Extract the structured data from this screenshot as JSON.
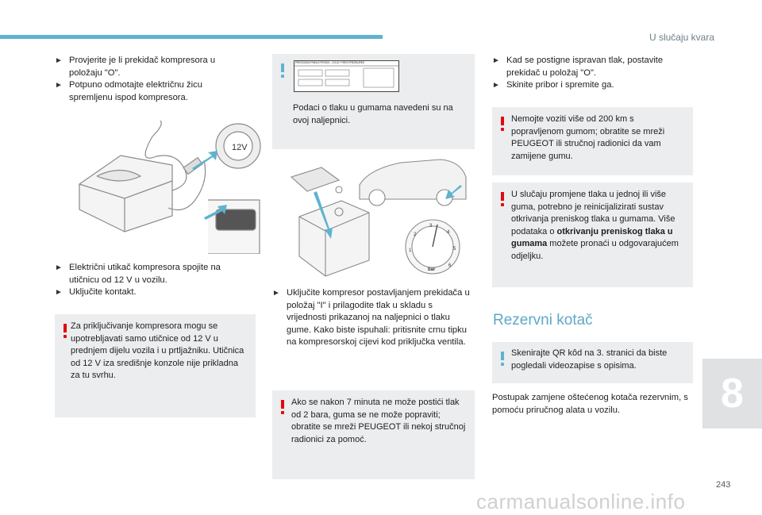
{
  "header": {
    "chapter_title": "U slučaju kvara"
  },
  "col1": {
    "bullets_a": [
      "Provjerite je li prekidač kompresora u položaju \"O\".",
      "Potpuno odmotajte električnu žicu spremljenu ispod kompresora."
    ],
    "bullets_b": [
      "Električni utikač kompresora spojite na utičnicu od 12 V u vozilu.",
      "Uključite kontakt."
    ],
    "warning": "Za priključivanje kompresora mogu se upotrebljavati samo utičnice od 12 V u prednjem dijelu vozila i u prtljažniku. Utičnica od 12 V iza središnje konzole nije prikladna za tu svrhu.",
    "image_label_12v": "12V"
  },
  "col2": {
    "info_label_title": "PRESSIONS PNEUS FROIDS - COLD TYRES PRESSURES",
    "info": "Podaci o tlaku u gumama navedeni su na ovoj naljepnici.",
    "gauge_unit": "bar",
    "gauge_ticks": [
      "1",
      "2",
      "3",
      "4",
      "5",
      "6"
    ],
    "bullet": "Uključite kompresor postavljanjem prekidača u položaj \"I\" i prilagodite tlak u skladu s vrijednosti prikazanoj na naljepnici o tlaku gume. Kako biste ispuhali: pritisnite crnu tipku na kompresorskoj cijevi kod priključka ventila.",
    "warning": "Ako se nakon 7 minuta ne može postići tlak od 2 bara, guma se ne može popraviti; obratite se mreži PEUGEOT ili nekoj stručnoj radionici za pomoć."
  },
  "col3": {
    "bullets": [
      "Kad se postigne ispravan tlak, postavite prekidač u položaj \"O\".",
      "Skinite pribor i spremite ga."
    ],
    "warning1": "Nemojte voziti više od 200 km s popravljenom gumom; obratite se mreži PEUGEOT ili stručnoj radionici da vam zamijene gumu.",
    "warning2_pre": "U slučaju promjene tlaka u jednoj ili više guma, potrebno je reinicijalizirati sustav otkrivanja preniskog tlaka u gumama. Više podataka o ",
    "warning2_bold": "otkrivanju preniskog tlaka u gumama",
    "warning2_post": " možete pronaći u odgovarajućem odjeljku.",
    "section_title": "Rezervni kotač",
    "info": "Skenirajte QR kôd na 3. stranici da biste pogledali videozapise s opisima.",
    "paragraph": "Postupak zamjene oštećenog kotača rezervnim, s pomoću priručnog alata u vozilu."
  },
  "footer": {
    "chapter_number": "8",
    "page_number": "243",
    "watermark": "carmanualsonline.info"
  },
  "colors": {
    "accent": "#5fb3cf",
    "warning": "#e30613",
    "box_bg": "#ebedee"
  }
}
